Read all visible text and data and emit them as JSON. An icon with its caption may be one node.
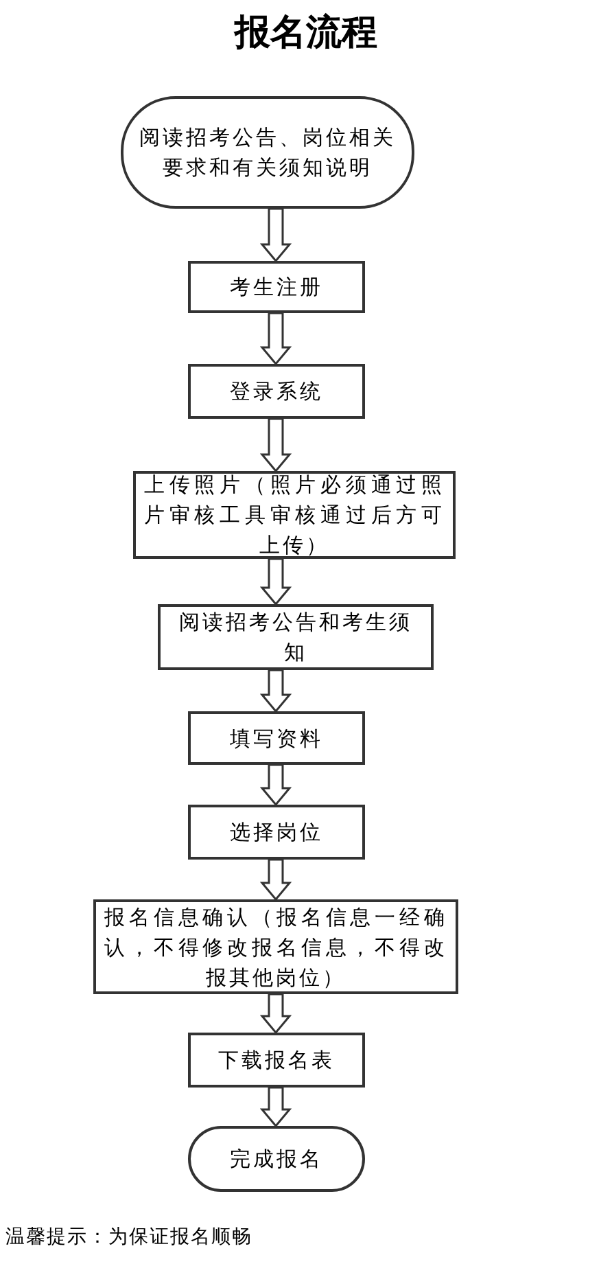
{
  "diagram": {
    "title": "报名流程",
    "nodes": [
      {
        "text": [
          "阅读招考公告、岗位相关要求和有关须知说明"
        ]
      },
      {
        "text": [
          "考生注册"
        ]
      },
      {
        "text": [
          "登录系统"
        ]
      },
      {
        "text": [
          "上传照片（照片必须通过照片审核工具审核通过后方可上传）"
        ]
      },
      {
        "text": [
          "阅读招考公告和考生须知"
        ]
      },
      {
        "text": [
          "填写资料"
        ]
      },
      {
        "text": [
          "选择岗位"
        ]
      },
      {
        "text": [
          "报名信息确认（报名信息一经确认，不得修改报名信息，不得改报其他岗位）"
        ]
      },
      {
        "text": [
          "下载报名表"
        ]
      },
      {
        "text": [
          "完成报名"
        ]
      }
    ],
    "edges": [
      {
        "from": 0,
        "to": 1,
        "arrow": "to"
      },
      {
        "from": 1,
        "to": 2,
        "arrow": "to"
      },
      {
        "from": 2,
        "to": 3,
        "arrow": "to"
      },
      {
        "from": 3,
        "to": 4,
        "arrow": "to"
      },
      {
        "from": 4,
        "to": 5,
        "arrow": "to"
      },
      {
        "from": 5,
        "to": 6,
        "arrow": "to"
      },
      {
        "from": 6,
        "to": 7,
        "arrow": "to"
      },
      {
        "from": 7,
        "to": 8,
        "arrow": "to"
      },
      {
        "from": 8,
        "to": 9,
        "arrow": "to"
      }
    ],
    "labels": [
      "温馨提示：为保证报名顺畅"
    ]
  }
}
